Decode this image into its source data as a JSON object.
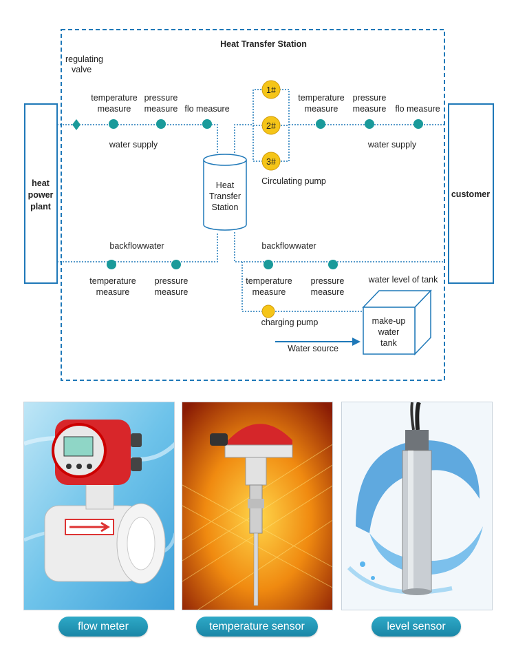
{
  "diagram": {
    "title": "Heat Transfer Station",
    "left_box": "heat power plant",
    "right_box": "customer",
    "regulating_valve": "regulating valve",
    "top_left": {
      "temperature": "temperature measure",
      "pressure": "pressure measure",
      "flow": "flo measure",
      "supply": "water supply"
    },
    "top_right": {
      "temperature": "temperature measure",
      "pressure": "pressure measure",
      "flow": "flo measure",
      "supply": "water supply"
    },
    "pumps": [
      "1#",
      "2#",
      "3#"
    ],
    "circulating_pump": "Circulating pump",
    "station": "Heat Transfer Station",
    "backflow_left": "backflowwater",
    "backflow_right": "backflowwater",
    "bottom_left": {
      "temperature": "temperature measure",
      "pressure": "pressure measure"
    },
    "bottom_right": {
      "temperature": "temperature measure",
      "pressure": "pressure measure"
    },
    "water_level": "water level of tank",
    "charging_pump": "charging pump",
    "tank": "make-up water tank",
    "water_source": "Water source"
  },
  "products": [
    {
      "caption": "flow meter",
      "icon": "flow-meter-image"
    },
    {
      "caption": "temperature sensor",
      "icon": "temperature-sensor-image"
    },
    {
      "caption": "level sensor",
      "icon": "level-sensor-image"
    }
  ],
  "colors": {
    "line": "#1e78b8",
    "dot": "#1a9a9a",
    "pump": "#f5c518",
    "caption": "#1f97b8"
  }
}
